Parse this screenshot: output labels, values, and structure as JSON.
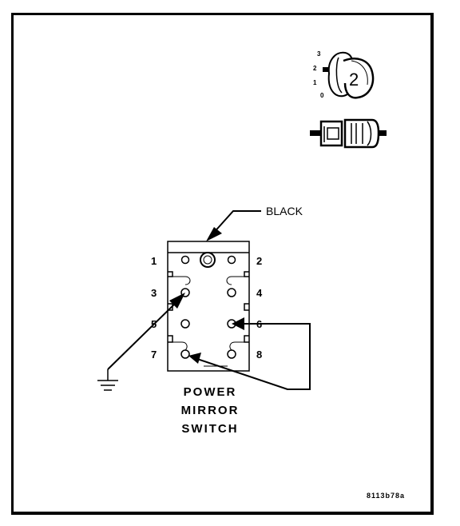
{
  "diagram": {
    "wire_label": "BLACK",
    "pins": [
      "1",
      "2",
      "3",
      "4",
      "5",
      "6",
      "7",
      "8"
    ],
    "title_lines": [
      "POWER",
      "MIRROR",
      "SWITCH"
    ],
    "figure_code": "8113b78a",
    "selector": {
      "positions": [
        "3",
        "2",
        "1",
        "0"
      ],
      "knob_number": "2"
    }
  }
}
